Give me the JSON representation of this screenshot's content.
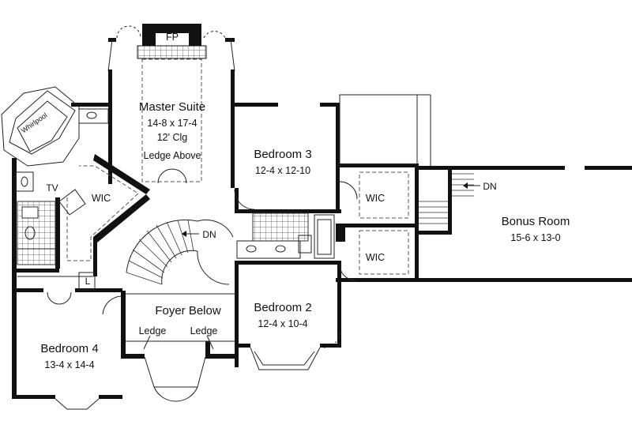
{
  "rooms": {
    "master_suite": {
      "name": "Master Suite",
      "size": "14-8 x 17-4",
      "ceiling": "12' Clg",
      "note": "Ledge Above"
    },
    "bedroom3": {
      "name": "Bedroom 3",
      "size": "12-4 x 12-10"
    },
    "bedroom2": {
      "name": "Bedroom 2",
      "size": "12-4 x 10-4"
    },
    "bedroom4": {
      "name": "Bedroom 4",
      "size": "13-4 x 14-4"
    },
    "bonus": {
      "name": "Bonus Room",
      "size": "15-6 x 13-0"
    },
    "foyer": {
      "name": "Foyer Below"
    }
  },
  "labels": {
    "fireplace": "FP",
    "whirlpool": "Whirlpool",
    "tv": "TV",
    "wic": "WIC",
    "dn": "DN",
    "ledge": "Ledge",
    "linen": "L"
  }
}
